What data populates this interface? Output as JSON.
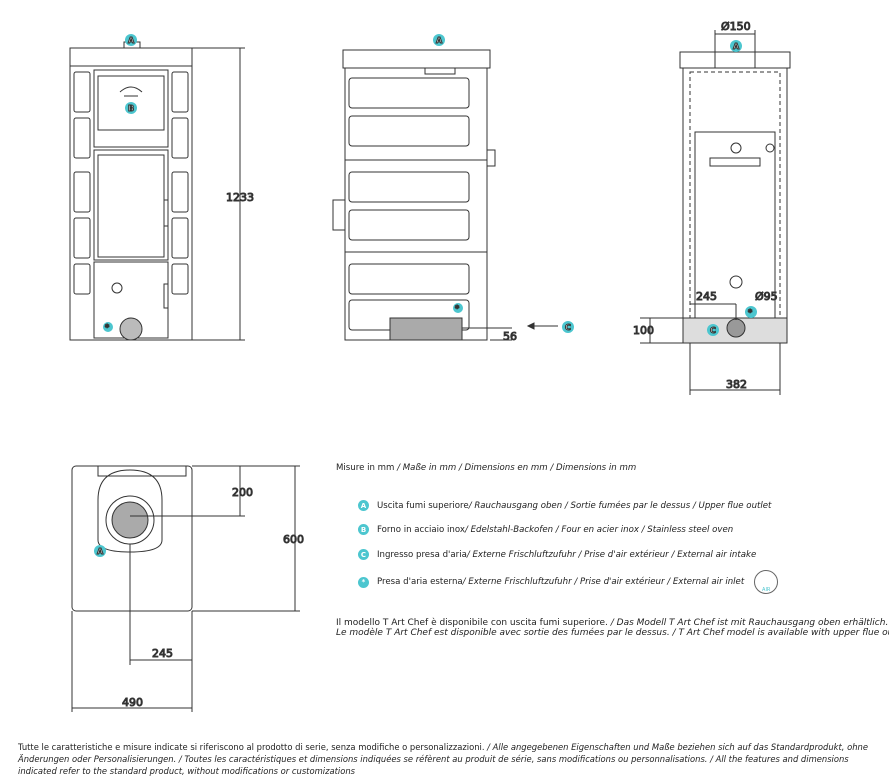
{
  "dimensions": {
    "height": "1233",
    "side_depth": "56",
    "flue_diameter": "Ø150",
    "back_offset": "245",
    "air_diameter": "Ø95",
    "air_height": "100",
    "back_width": "382",
    "top_flue_offset": "200",
    "top_depth": "600",
    "top_offset": "245",
    "top_width": "490"
  },
  "markers": {
    "a": "A",
    "b": "B",
    "c": "C",
    "star": "*"
  },
  "units_note": {
    "it": "Misure in mm",
    "rest": " / Maße in mm / Dimensions en mm / Dimensions in mm"
  },
  "legend": [
    {
      "marker": "A",
      "it": "Uscita fumi superiore",
      "rest": " / Rauchausgang oben  / Sortie fumées par le dessus / Upper flue outlet"
    },
    {
      "marker": "B",
      "it": "Forno in acciaio inox",
      "rest": " / Edelstahl-Backofen / Four en acier inox / Stainless steel oven"
    },
    {
      "marker": "C",
      "it": "Ingresso presa d'aria",
      "rest": " / Externe Frischluftzufuhr  / Prise d'air extérieur / External air intake"
    },
    {
      "marker": "*",
      "it": "Presa d'aria esterna",
      "rest": " / Externe Frischluftzufuhr / Prise d'air extérieur / External air inlet",
      "badge": "AIR"
    }
  ],
  "model_note": {
    "line1_it": "Il modello T Art Chef è disponibile con uscita fumi superiore.",
    "line1_rest": " / Das Modell T Art Chef ist mit Rauchausgang oben erhältlich.",
    "line2": "Le modèle T Art Chef est disponible avec sortie des fumées par le dessus. / T Art Chef model is available with upper flue outlet."
  },
  "footer": {
    "it": "Tutte le caratteristiche e misure indicate si riferiscono al prodotto di serie, senza modifiche o personalizzazioni.",
    "rest": " / Alle angegebenen Eigenschaften und Maße beziehen sich auf das Standardprodukt, ohne Änderungen oder Personalisierungen. / Toutes les caractéristiques et dimensions indiquées se réfèrent au produit de série, sans modifications ou personnalisations. / All the features and dimensions indicated refer to the standard product, without modifications or customizations"
  }
}
